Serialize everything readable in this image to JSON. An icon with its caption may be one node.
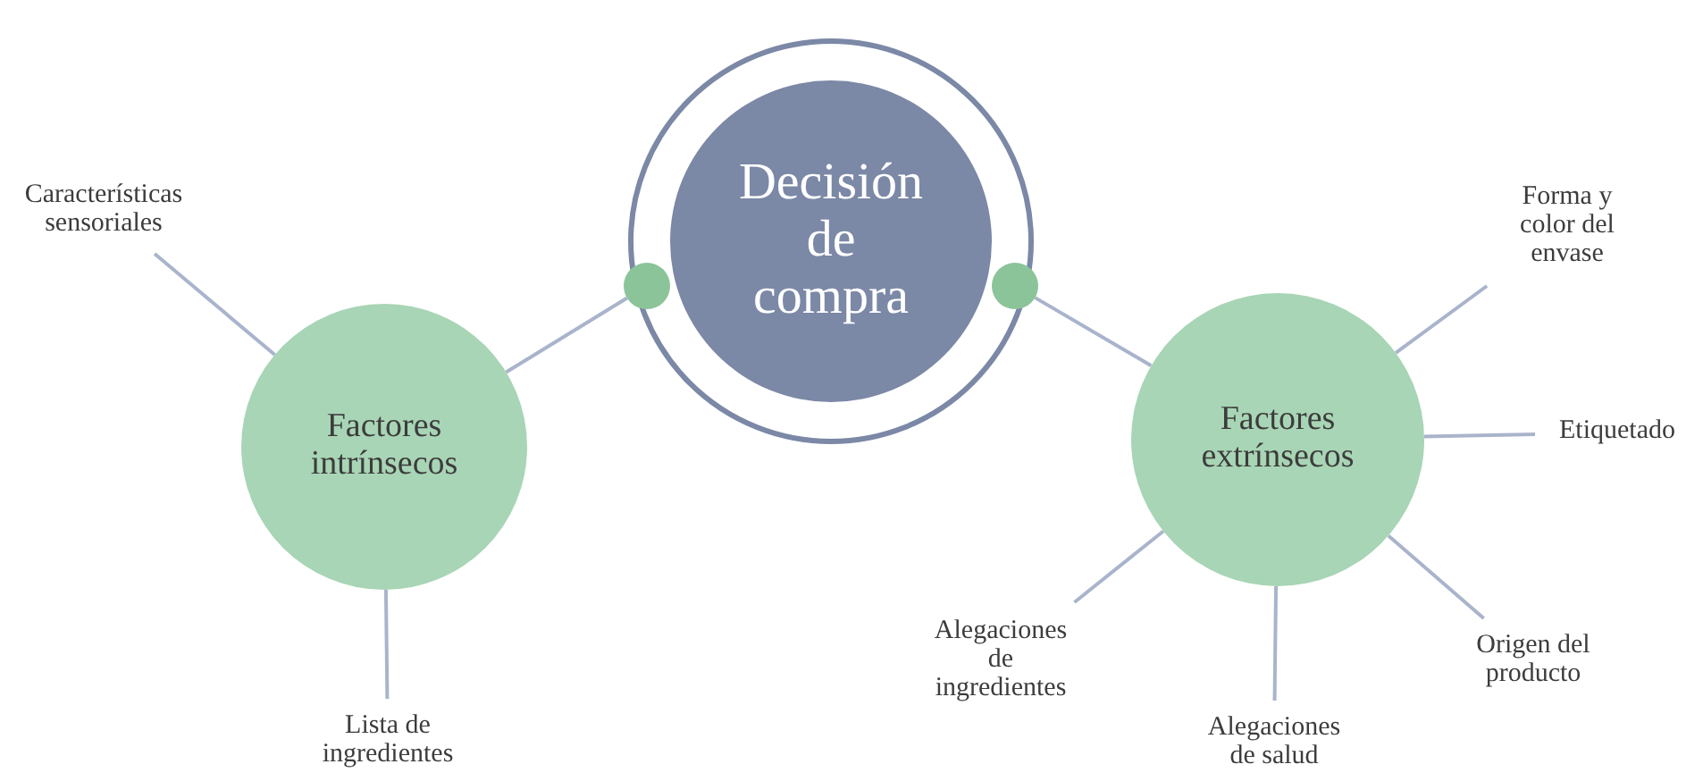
{
  "diagram": {
    "nodes": [
      {
        "text": [
          "Decisión de compra"
        ]
      },
      {
        "text": [],
        "shape": "circle"
      },
      {
        "text": [],
        "shape": "circle"
      },
      {
        "text": [
          "Factores intrínsecos"
        ]
      },
      {
        "text": [
          "Factores extrínsecos"
        ]
      },
      {
        "text": [
          "Características sensoriales"
        ]
      },
      {
        "text": [
          "Lista de ingredientes"
        ]
      },
      {
        "text": [
          "Forma y color del envase"
        ]
      },
      {
        "text": [
          "Etiquetado"
        ]
      },
      {
        "text": [
          "Alegaciones de ingredientes"
        ]
      },
      {
        "text": [
          "Alegaciones de salud"
        ]
      },
      {
        "text": [
          "Origen del producto"
        ]
      }
    ],
    "edges": [
      {
        "from": 1,
        "to": 3,
        "arrow": "none"
      },
      {
        "from": 2,
        "to": 4,
        "arrow": "none"
      },
      {
        "from": 3,
        "to": 5,
        "arrow": "none"
      },
      {
        "from": 3,
        "to": 6,
        "arrow": "none"
      },
      {
        "from": 4,
        "to": 7,
        "arrow": "none"
      },
      {
        "from": 4,
        "to": 8,
        "arrow": "none"
      },
      {
        "from": 4,
        "to": 9,
        "arrow": "none"
      },
      {
        "from": 4,
        "to": 10,
        "arrow": "none"
      },
      {
        "from": 4,
        "to": 11,
        "arrow": "none"
      }
    ]
  }
}
